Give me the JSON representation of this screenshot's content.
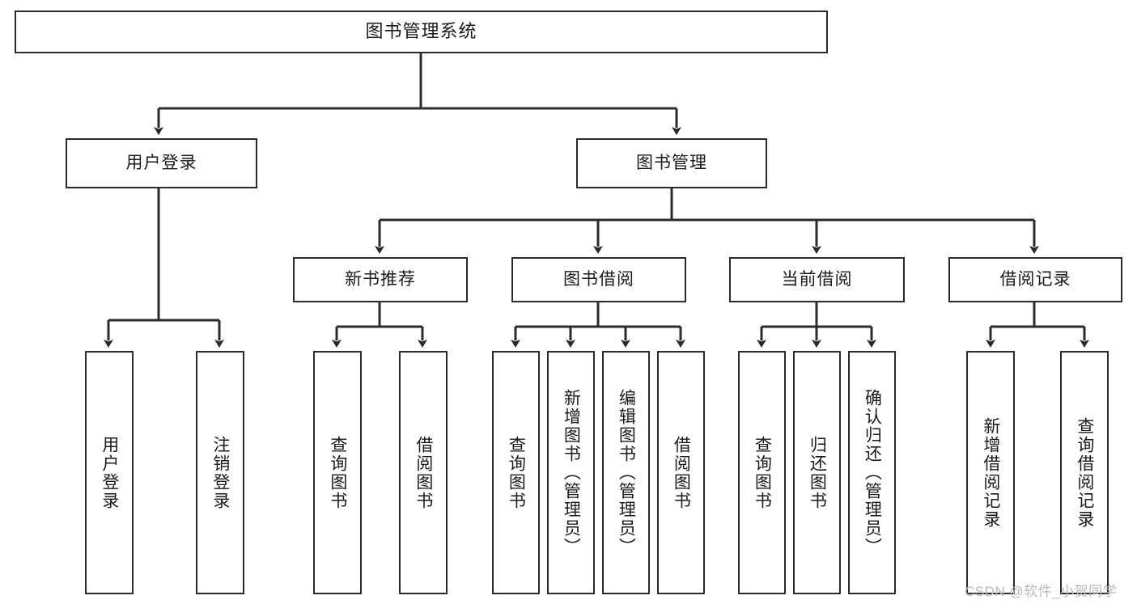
{
  "diagram": {
    "title": "图书管理系统",
    "type": "tree-structure-chart",
    "colors": {
      "box_border": "#2b2b2b",
      "box_fill": "#ffffff",
      "edge": "#2b2b2b",
      "text": "#1a1a1a",
      "watermark": "#b9b9b9",
      "background": "#ffffff"
    },
    "root": {
      "label": "图书管理系统"
    },
    "level2": [
      {
        "label": "用户登录"
      },
      {
        "label": "图书管理"
      }
    ],
    "level3": [
      {
        "label": "新书推荐"
      },
      {
        "label": "图书借阅"
      },
      {
        "label": "当前借阅"
      },
      {
        "label": "借阅记录"
      }
    ],
    "leaves": {
      "user_login": [
        {
          "label": "用户登录"
        },
        {
          "label": "注销登录"
        }
      ],
      "new_book_recommend": [
        {
          "label": "查询图书"
        },
        {
          "label": "借阅图书"
        }
      ],
      "book_borrow": [
        {
          "label": "查询图书"
        },
        {
          "label": "新增图书（管理员）"
        },
        {
          "label": "编辑图书（管理员）"
        },
        {
          "label": "借阅图书"
        }
      ],
      "current_borrow": [
        {
          "label": "查询图书"
        },
        {
          "label": "归还图书"
        },
        {
          "label": "确认归还（管理员）"
        }
      ],
      "borrow_record": [
        {
          "label": "新增借阅记录"
        },
        {
          "label": "查询借阅记录"
        }
      ]
    },
    "watermark": "CSDN @软件_小贺同学"
  }
}
